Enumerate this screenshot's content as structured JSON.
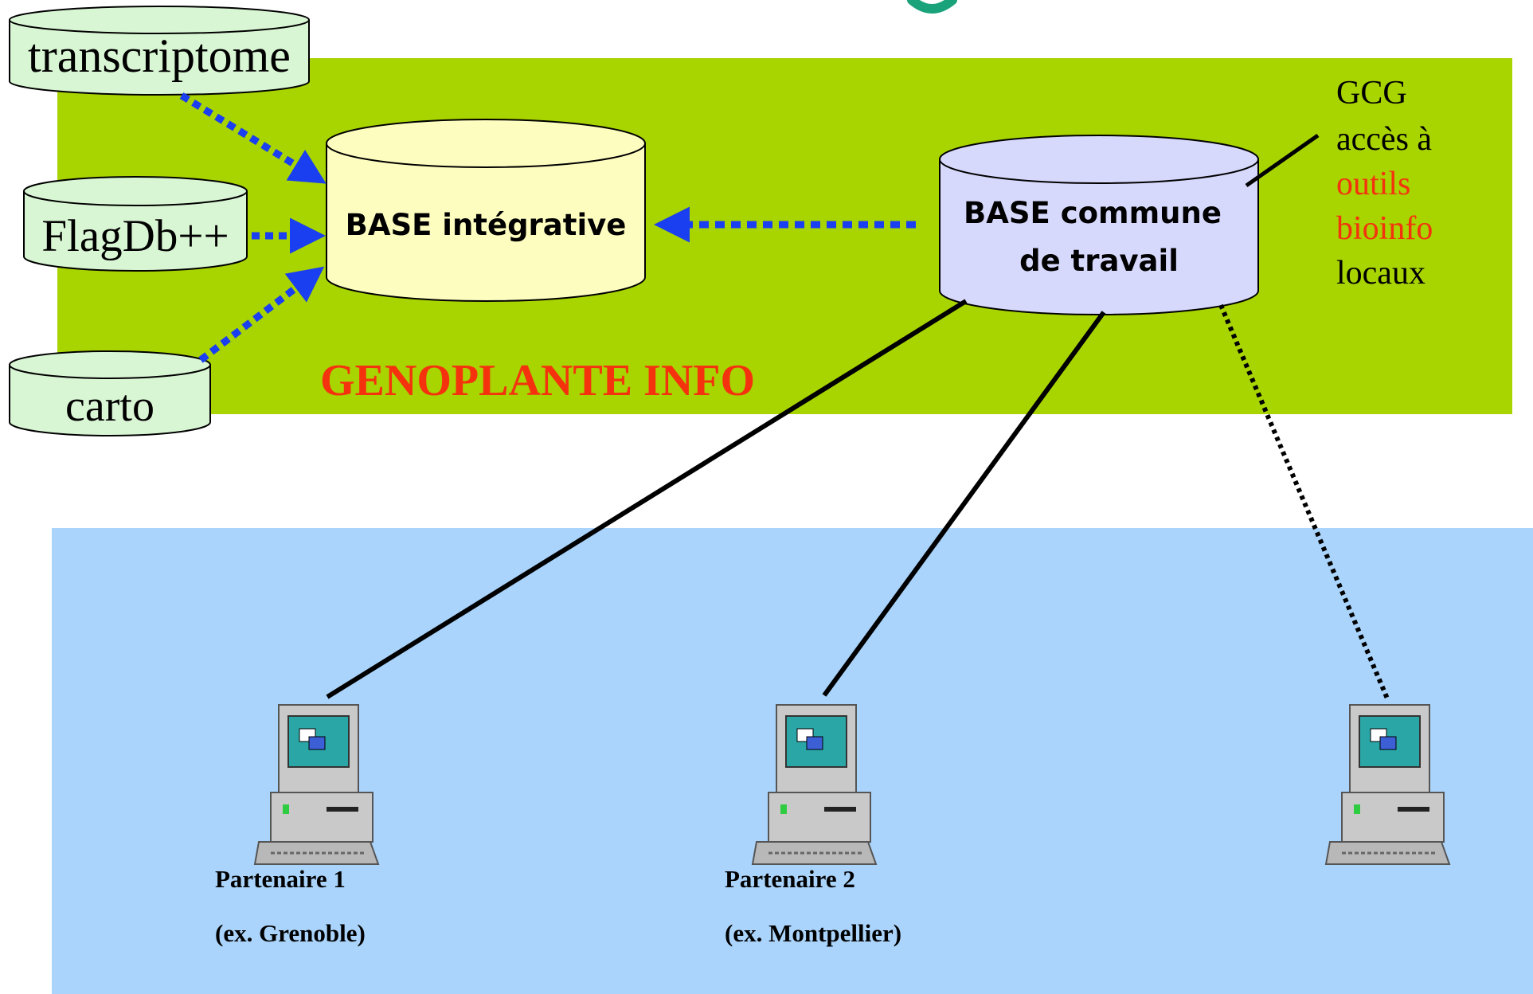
{
  "databases": {
    "transcriptome": "transcriptome",
    "flagdb": "FlagDb++",
    "carto": "carto",
    "base_integrative": "BASE intégrative",
    "base_commune_line1": "BASE commune",
    "base_commune_line2": "de travail"
  },
  "regions": {
    "genoplante_label": "GENOPLANTE INFO"
  },
  "gcg_note": {
    "line1": "GCG",
    "line2": "accès à",
    "line3": "outils",
    "line4": "bioinfo",
    "line5": "locaux"
  },
  "partners": [
    {
      "name": "Partenaire 1",
      "example": "(ex. Grenoble)"
    },
    {
      "name": "Partenaire 2",
      "example": "(ex. Montpellier)"
    }
  ],
  "colors": {
    "genoplante_bg": "#a8d400",
    "partner_bg": "#aad4fb",
    "db_green": "#d9f6d4",
    "db_yellow": "#fefdc0",
    "db_lavender": "#d7d9fc",
    "arrow_blue": "#1a3ff0",
    "red_text": "#f4330e"
  }
}
